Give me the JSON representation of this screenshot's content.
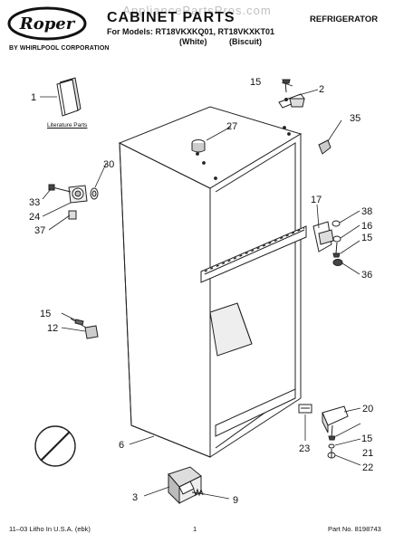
{
  "header": {
    "watermark": "AppliancePartsPros.com",
    "brand_logo_text": "Roper",
    "brand_sub": "BY WHIRLPOOL CORPORATION",
    "title": "CABINET PARTS",
    "models_line": "For Models: RT18VKXKQ01, RT18VKXKT01",
    "variants": [
      "(White)",
      "(Biscuit)"
    ],
    "category": "REFRIGERATOR"
  },
  "labels": {
    "literature_parts": "Literature Parts"
  },
  "callouts": [
    "1",
    "2",
    "3",
    "6",
    "9",
    "12",
    "15",
    "15",
    "15",
    "15",
    "16",
    "17",
    "20",
    "21",
    "22",
    "23",
    "24",
    "27",
    "30",
    "33",
    "35",
    "36",
    "37",
    "38"
  ],
  "footer": {
    "left": "11–03 Litho In U.S.A. (ebk)",
    "page": "1",
    "part_no": "Part No. 8198743"
  },
  "icons": [
    "roper-logo",
    "r12-refrigerant-icon"
  ]
}
